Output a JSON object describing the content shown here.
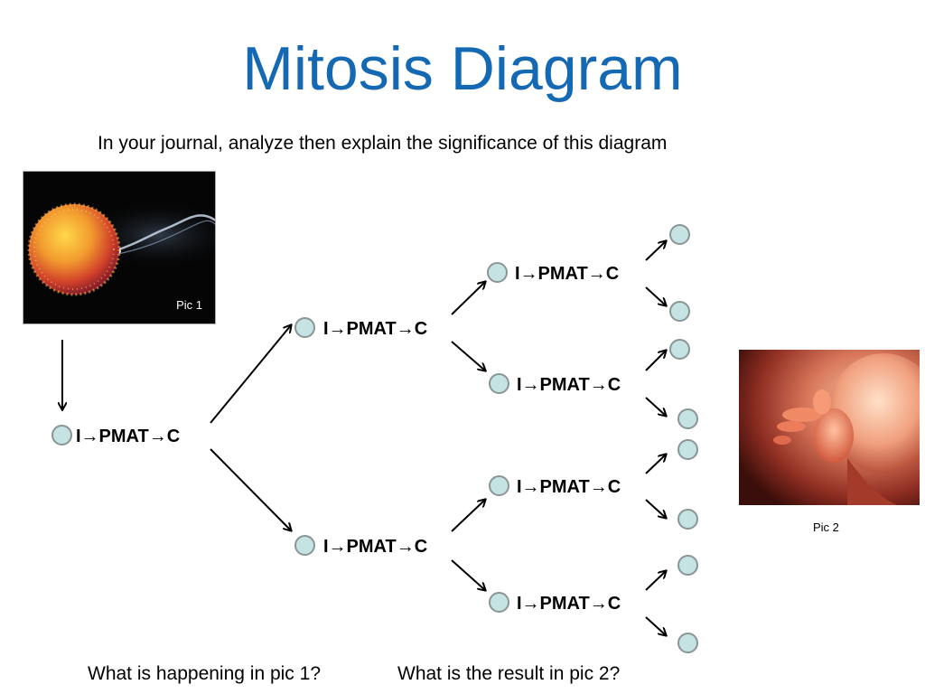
{
  "slide": {
    "title": "Mitosis Diagram",
    "subtitle": "In your journal, analyze then explain the significance of this diagram"
  },
  "pictures": {
    "pic1": {
      "caption": "Pic 1",
      "depicts": "sperm fertilizing egg"
    },
    "pic2": {
      "caption": "Pic 2",
      "depicts": "fetus"
    }
  },
  "diagram": {
    "root": {
      "label": "I→PMAT→C"
    },
    "gen1": [
      {
        "label": "I→PMAT→C"
      },
      {
        "label": "I→PMAT→C"
      }
    ],
    "gen2": [
      {
        "label": "I→PMAT→C"
      },
      {
        "label": "I→PMAT→C"
      },
      {
        "label": "I→PMAT→C"
      },
      {
        "label": "I→PMAT→C"
      }
    ],
    "gen3_cell_count": 8
  },
  "questions": {
    "q1": "What is happening in pic 1?",
    "q2": "What is the result in pic 2?"
  },
  "colors": {
    "title": "#1569b3",
    "cell_fill": "#c5e3e2",
    "cell_stroke": "#8a9596"
  }
}
